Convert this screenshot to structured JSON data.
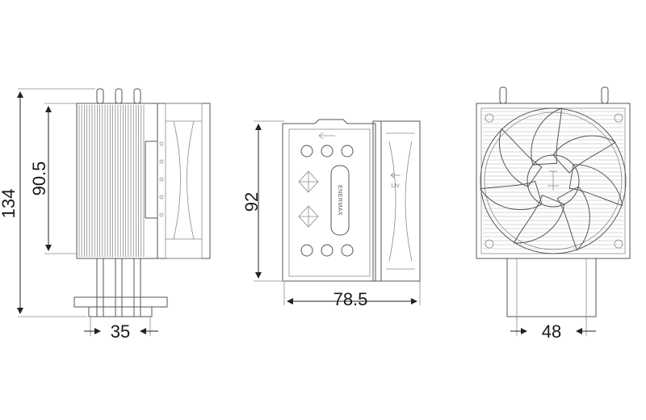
{
  "dimensions": {
    "side_height_total": "134",
    "side_height_fins": "90.5",
    "side_base_width": "35",
    "front_height": "92",
    "front_width": "78.5",
    "fan_view_base_width": "48"
  },
  "labels": {
    "brand": "ENERMAX",
    "fan_voltage": "12V"
  },
  "colors": {
    "line": "#555555",
    "dimension": "#222222",
    "background": "#ffffff"
  }
}
